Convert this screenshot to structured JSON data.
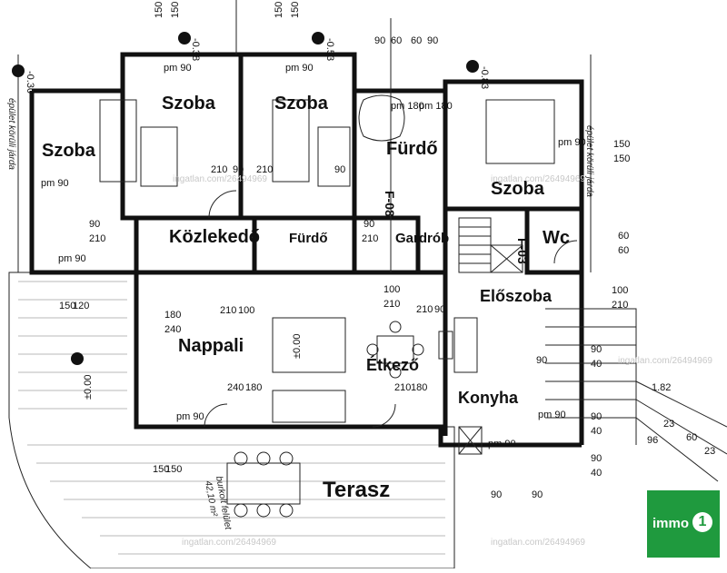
{
  "rooms": {
    "szoba1": "Szoba",
    "szoba2": "Szoba",
    "szoba3": "Szoba",
    "szoba4": "Szoba",
    "furdo1": "Fürdő",
    "furdo2": "Fürdő",
    "kozlekedo": "Közlekedő",
    "gardrob": "Gardrób",
    "wc": "Wc",
    "eloszoba": "Előszoba",
    "nappali": "Nappali",
    "etkezo": "Étkező",
    "konyha": "Konyha",
    "terasz": "Terasz"
  },
  "notes": {
    "epulet_left": "épület körüli járda",
    "epulet_right": "épület körüli járda",
    "burkolt": "burkolt felület",
    "area": "42,10 m²",
    "f03": "F-03",
    "f08": "F-08"
  },
  "watermark": "ingatlan.com/26494969",
  "logo": {
    "text": "immo",
    "mark": "1"
  },
  "dims": {
    "pm90": "pm 90",
    "pm180a": "pm 180",
    "pm180b": "pm 180",
    "d150": "150",
    "d60": "60",
    "d90": "90",
    "d100": "100",
    "d120": "120",
    "d180": "180",
    "d210": "210",
    "d240": "240",
    "d40": "40",
    "d23": "23",
    "d96": "96",
    "d182": "1.82",
    "zero": "±0.00",
    "m038": "-0.38",
    "m053": "-0.53",
    "m030": "-0.30",
    "m083": "-0.83"
  }
}
